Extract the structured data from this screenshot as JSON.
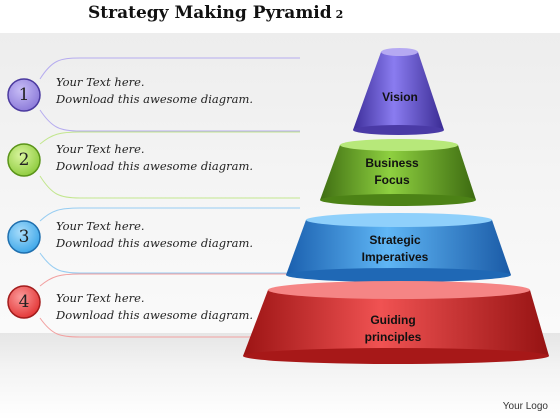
{
  "header": {
    "title": "Strategy Making Pyramid",
    "title_suffix": "2"
  },
  "footer": {
    "logo_text": "Your Logo"
  },
  "steps": [
    {
      "number": "1",
      "line1": "Your Text here.",
      "line2": "Download this awesome diagram.",
      "color": "#8f7fd6",
      "ring": "#5b4aa8"
    },
    {
      "number": "2",
      "line1": "Your Text here.",
      "line2": "Download this awesome diagram.",
      "color": "#a8dc53",
      "ring": "#5e9a1f"
    },
    {
      "number": "3",
      "line1": "Your Text here.",
      "line2": "Download this awesome diagram.",
      "color": "#52b6ee",
      "ring": "#1f6fae"
    },
    {
      "number": "4",
      "line1": "Your Text here.",
      "line2": "Download this awesome diagram.",
      "color": "#ef4b4b",
      "ring": "#a31c1c"
    }
  ],
  "tiers": [
    {
      "label": "Vision",
      "color": "#6b5bd0"
    },
    {
      "label": "Business\nFocus",
      "color": "#6ea82a"
    },
    {
      "label": "Strategic\nImperatives",
      "color": "#2f8ee0"
    },
    {
      "label": "Guiding\nprinciples",
      "color": "#e02c2c"
    }
  ]
}
